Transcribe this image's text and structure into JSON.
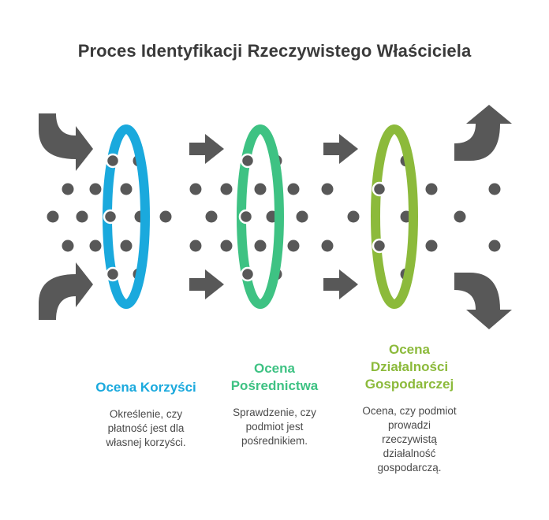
{
  "title": "Proces Identyfikacji Rzeczywistego Właściciela",
  "colors": {
    "arrow": "#585858",
    "dot": "#585858",
    "stage_1": "#1aa9dd",
    "stage_2": "#3ec283",
    "stage_3": "#8cba3b"
  },
  "stages": [
    {
      "heading_lines": [
        "Ocena Korzyści"
      ],
      "description_lines": [
        "Określenie, czy",
        "płatność jest dla",
        "własnej korzyści."
      ],
      "color": "#1aa9dd"
    },
    {
      "heading_lines": [
        "Ocena",
        "Pośrednictwa"
      ],
      "description_lines": [
        "Sprawdzenie, czy",
        "podmiot jest",
        "pośrednikiem."
      ],
      "color": "#3ec283"
    },
    {
      "heading_lines": [
        "Ocena",
        "Działalności",
        "Gospodarczej"
      ],
      "description_lines": [
        "Ocena, czy podmiot",
        "prowadzi",
        "rzeczywistą",
        "działalność",
        "gospodarczą."
      ],
      "color": "#8cba3b"
    }
  ],
  "icons": {
    "inflow_arrow": "curved-arrow-in-icon",
    "step_arrow": "arrow-right-icon",
    "outflow_arrow": "curved-arrow-out-icon",
    "filter_ring": "filter-ring-icon"
  }
}
